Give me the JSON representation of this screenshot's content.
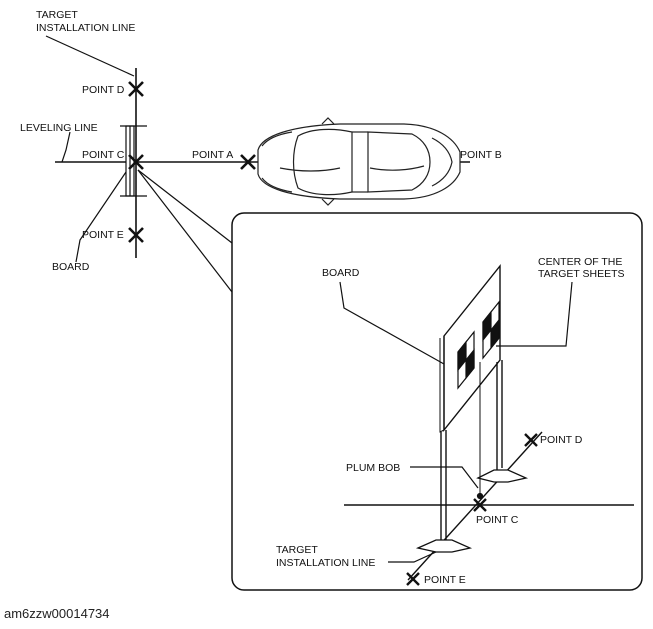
{
  "overview": {
    "target_line_label": [
      "TARGET",
      "INSTALLATION LINE"
    ],
    "leveling_line_label": "LEVELING LINE",
    "point_d": "POINT D",
    "point_c": "POINT C",
    "point_a": "POINT A",
    "point_b": "POINT B",
    "point_e": "POINT E",
    "board": "BOARD"
  },
  "detail": {
    "board": "BOARD",
    "center_label": [
      "CENTER OF THE",
      "TARGET SHEETS"
    ],
    "plum_bob": "PLUM BOB",
    "point_d": "POINT D",
    "point_c": "POINT C",
    "point_e": "POINT E",
    "target_line_label": [
      "TARGET",
      "INSTALLATION LINE"
    ]
  },
  "caption": "am6zzw00014734"
}
